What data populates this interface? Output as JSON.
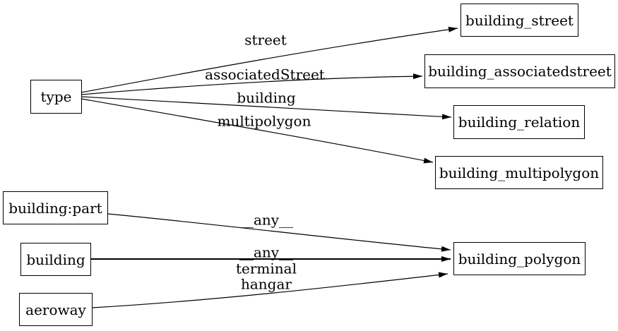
{
  "diagram": {
    "type": "graph",
    "background_color": "#ffffff",
    "node_fill_color": "#ffffff",
    "node_border_color": "#000000",
    "edge_color": "#000000",
    "text_color": "#000000",
    "nodes": [
      {
        "id": "type",
        "label": "type"
      },
      {
        "id": "building_street",
        "label": "building_street"
      },
      {
        "id": "building_associatedstreet",
        "label": "building_associatedstreet"
      },
      {
        "id": "building_relation",
        "label": "building_relation"
      },
      {
        "id": "building_multipolygon",
        "label": "building_multipolygon"
      },
      {
        "id": "building_polygon",
        "label": "building_polygon"
      },
      {
        "id": "building:part",
        "label": "building:part"
      },
      {
        "id": "building",
        "label": "building"
      },
      {
        "id": "aeroway",
        "label": "aeroway"
      }
    ],
    "edges": [
      {
        "from": "type",
        "to": "building_street",
        "label": "street"
      },
      {
        "from": "type",
        "to": "building_associatedstreet",
        "label": "associatedStreet"
      },
      {
        "from": "type",
        "to": "building_relation",
        "label": "building"
      },
      {
        "from": "type",
        "to": "building_multipolygon",
        "label": "multipolygon"
      },
      {
        "from": "building:part",
        "to": "building_polygon",
        "label": "__any__"
      },
      {
        "from": "building",
        "to": "building_polygon",
        "label": "__any__"
      },
      {
        "from": "aeroway",
        "to": "building_polygon",
        "label": "terminal hangar",
        "label_lines": [
          "terminal",
          "hangar"
        ]
      }
    ]
  }
}
